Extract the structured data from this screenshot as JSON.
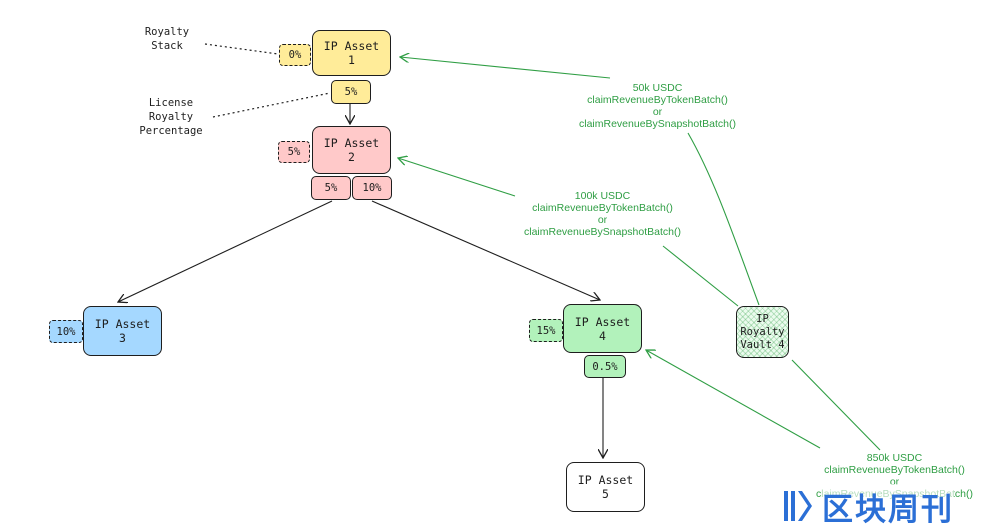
{
  "colors": {
    "yellow": "#ffec99",
    "pink": "#ffc9c9",
    "blue": "#a5d8ff",
    "green": "#b2f2bb",
    "flow_green": "#2f9e44",
    "watermark_blue": "#2b6fd6"
  },
  "annotations": {
    "royalty_stack": [
      "Royalty",
      "Stack"
    ],
    "license_royalty_percentage": [
      "License",
      "Royalty",
      "Percentage"
    ]
  },
  "nodes": {
    "ip1": {
      "title": "IP Asset",
      "num": "1",
      "stack": "0%",
      "license": "5%"
    },
    "ip2": {
      "title": "IP Asset",
      "num": "2",
      "stack": "5%",
      "license_left": "5%",
      "license_right": "10%"
    },
    "ip3": {
      "title": "IP Asset",
      "num": "3",
      "stack": "10%"
    },
    "ip4": {
      "title": "IP Asset",
      "num": "4",
      "stack": "15%",
      "license": "0.5%"
    },
    "ip5": {
      "title": "IP Asset",
      "num": "5"
    },
    "vault": {
      "lines": [
        "IP",
        "Royalty",
        "Vault 4"
      ]
    }
  },
  "flows": [
    {
      "amount": "50k USDC",
      "call1": "claimRevenueByTokenBatch()",
      "or": "or",
      "call2": "claimRevenueBySnapshotBatch()"
    },
    {
      "amount": "100k USDC",
      "call1": "claimRevenueByTokenBatch()",
      "or": "or",
      "call2": "claimRevenueBySnapshotBatch()"
    },
    {
      "amount": "850k USDC",
      "call1": "claimRevenueByTokenBatch()",
      "or": "or",
      "call2": "claimRevenueBySnapshotBatch()"
    }
  ],
  "watermark": {
    "text": "区块周刊",
    "icon": "blockchain-news-logo-icon"
  }
}
